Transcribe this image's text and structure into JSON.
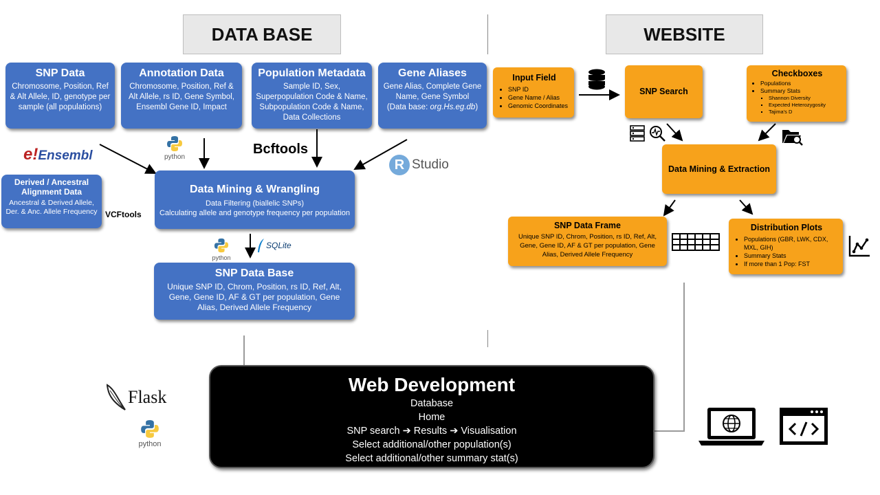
{
  "headers": {
    "database": "DATA BASE",
    "website": "WEBSITE"
  },
  "db_sources": [
    {
      "title": "SNP Data",
      "body": "Chromosome, Position, Ref & Alt Allele, ID, genotype per sample (all populations)"
    },
    {
      "title": "Annotation Data",
      "body": "Chromosome, Position, Ref & Alt Allele, rs ID, Gene Symbol, Ensembl Gene ID, Impact"
    },
    {
      "title": "Population Metadata",
      "body": "Sample ID, Sex, Superpopulation Code & Name, Subpopulation Code & Name, Data Collections"
    },
    {
      "title": "Gene Aliases",
      "body": "Gene Alias, Complete Gene Name, Gene Symbol",
      "body_extra": "(Data base: ",
      "body_italic": "org.Hs.eg.db",
      "body_end": ")"
    }
  ],
  "derived": {
    "title": "Derived / Ancestral Alignment Data",
    "body": "Ancestral & Derived Allele, Der. & Anc. Allele Frequency"
  },
  "wrangling": {
    "title": "Data Mining & Wrangling",
    "line1": "Data Filtering (biallelic SNPs)",
    "line2": "Calculating allele and genotype frequency per population"
  },
  "snp_db": {
    "title": "SNP Data Base",
    "body": "Unique SNP ID, Chrom, Position, rs ID, Ref, Alt, Gene, Gene ID, AF & GT per population, Gene Alias, Derived Allele Frequency"
  },
  "tools": {
    "ensembl_e": "e!",
    "ensembl": "Ensembl",
    "python": "python",
    "bcftools": "Bcftools",
    "rstudio_r": "R",
    "rstudio": "Studio",
    "vcftools": "VCFtools",
    "sqlite": "SQLite",
    "flask": "Flask"
  },
  "website": {
    "input_field": {
      "title": "Input Field",
      "items": [
        "SNP ID",
        "Gene Name / Alias",
        "Genomic Coordinates"
      ]
    },
    "snp_search": {
      "title": "SNP Search"
    },
    "checkboxes": {
      "title": "Checkboxes",
      "items": [
        "Populations",
        "Summary Stats"
      ],
      "sub_items": [
        "Shannon Diversity",
        "Expected Heterozygosity",
        "Tajima's D"
      ]
    },
    "mining": {
      "title": "Data Mining & Extraction"
    },
    "frame": {
      "title": "SNP Data Frame",
      "body": "Unique SNP ID, Chrom, Position, rs ID, Ref, Alt, Gene, Gene ID, AF & GT per population, Gene Alias, Derived Allele Frequency"
    },
    "plots": {
      "title": "Distribution Plots",
      "items": [
        "Populations (GBR, LWK, CDX, MXL, GIH)",
        "Summary Stats",
        "If more than 1 Pop: FST"
      ]
    }
  },
  "webdev": {
    "title": "Web Development",
    "lines": [
      "Database",
      "Home"
    ],
    "search_flow": [
      "SNP search",
      "Results",
      "Visualisation"
    ],
    "arrow_glyph": "➔",
    "line4": "Select additional/other population(s)",
    "line5": "Select additional/other summary stat(s)"
  }
}
